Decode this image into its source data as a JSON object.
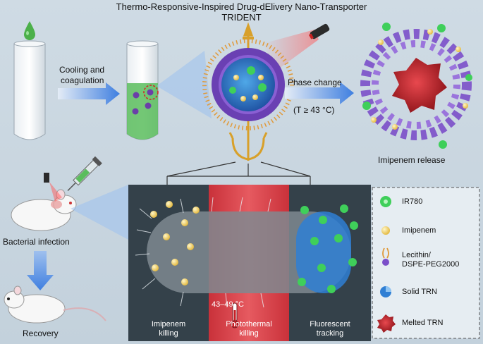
{
  "title_line1": "Thermo-Responsive-Inspired Drug-dElivery Nano-Transporter",
  "title_line2": "TRIDENT",
  "step_cooling_line1": "Cooling and",
  "step_cooling_line2": "coagulation",
  "phase_change": "Phase change",
  "phase_condition": "(T ≥ 43 °C)",
  "release_label": "Imipenem release",
  "infection_label": "Bacterial infection",
  "recovery_label": "Recovery",
  "panels": [
    {
      "line1": "Imipenem",
      "line2": "killing"
    },
    {
      "line1": "Photothermal",
      "line2": "killing"
    },
    {
      "line1": "Fluorescent",
      "line2": "tracking"
    }
  ],
  "temp_range": "43–49 °C",
  "legend": [
    {
      "line1": "IR780",
      "line2": "",
      "icon": "ir780-star-icon",
      "color": "#3fcf5a"
    },
    {
      "line1": "Imipenem",
      "line2": "",
      "icon": "imipenem-dot-icon",
      "color": "#f2d46a"
    },
    {
      "line1": "Lecithin/",
      "line2": "DSPE-PEG2000",
      "icon": "lipid-icon",
      "color": "#7b4fc9"
    },
    {
      "line1": "Solid TRN",
      "line2": "",
      "icon": "solid-trn-icon",
      "color": "#2f7fd4"
    },
    {
      "line1": "Melted TRN",
      "line2": "",
      "icon": "melted-trn-icon",
      "color": "#c2222b"
    }
  ]
}
